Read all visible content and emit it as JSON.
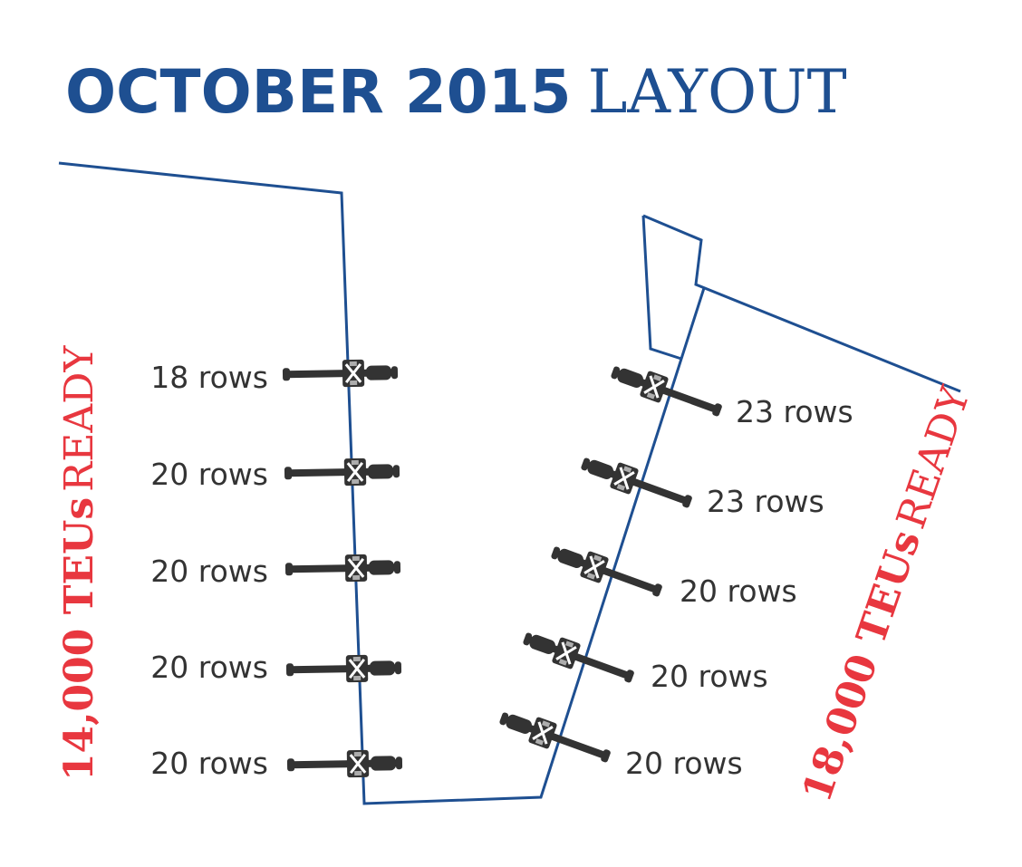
{
  "title": {
    "bold": "OCTOBER 2015",
    "light": "LAYOUT"
  },
  "left_berth": {
    "capacity": "14,000 TEUs",
    "status": "READY",
    "cranes": [
      "18 rows",
      "20 rows",
      "20 rows",
      "20 rows",
      "20 rows"
    ]
  },
  "right_berth": {
    "capacity": "18,000 TEUs",
    "status": "READY",
    "cranes": [
      "23 rows",
      "23 rows",
      "20 rows",
      "20 rows",
      "20 rows"
    ]
  },
  "colors": {
    "blue": "#1e4f91",
    "red": "#e8373f",
    "crane": "#333333"
  },
  "icons": {
    "crane": "ship-to-shore-crane-icon"
  }
}
